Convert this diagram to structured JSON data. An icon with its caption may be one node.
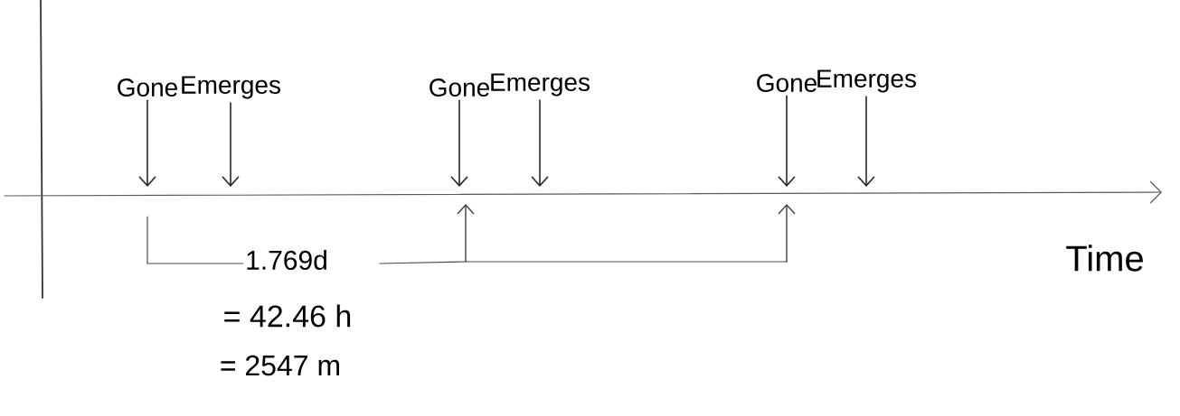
{
  "diagram": {
    "nodes": [
      {
        "text": [
          "Gone"
        ]
      },
      {
        "text": [
          "Emerges"
        ]
      },
      {
        "text": [
          "Gone"
        ]
      },
      {
        "text": [
          "Emerges"
        ]
      },
      {
        "text": [
          "Gone"
        ]
      },
      {
        "text": [
          "Emerges"
        ]
      }
    ],
    "edges": [
      {
        "from": 0,
        "to": null,
        "arrow": "to"
      },
      {
        "from": 1,
        "to": null,
        "arrow": "to"
      },
      {
        "from": 2,
        "to": null,
        "arrow": "to"
      },
      {
        "from": 3,
        "to": null,
        "arrow": "to"
      },
      {
        "from": 4,
        "to": null,
        "arrow": "to"
      },
      {
        "from": 5,
        "to": null,
        "arrow": "to"
      }
    ],
    "labels": [
      "1.769d",
      "= 42.46 h",
      "= 2547 m",
      "Time"
    ]
  }
}
